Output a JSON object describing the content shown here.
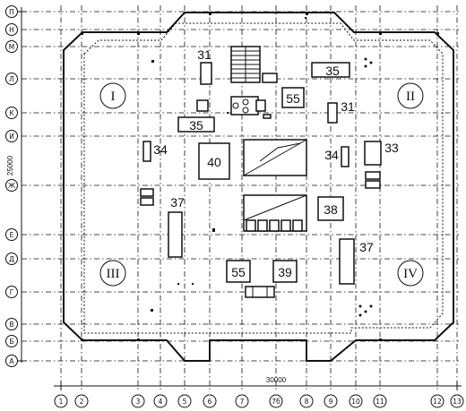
{
  "rows": [
    {
      "id": "r-p",
      "label": "П"
    },
    {
      "id": "r-n",
      "label": "Н"
    },
    {
      "id": "r-m",
      "label": "М"
    },
    {
      "id": "r-l",
      "label": "Л"
    },
    {
      "id": "r-k",
      "label": "К"
    },
    {
      "id": "r-i",
      "label": "И"
    },
    {
      "id": "r-zh",
      "label": "Ж"
    },
    {
      "id": "r-e",
      "label": "Е"
    },
    {
      "id": "r-d",
      "label": "Д"
    },
    {
      "id": "r-g",
      "label": "Г"
    },
    {
      "id": "r-v",
      "label": "В"
    },
    {
      "id": "r-b",
      "label": "Б"
    },
    {
      "id": "r-a",
      "label": "А"
    }
  ],
  "columns": [
    {
      "id": "c1",
      "label": "1"
    },
    {
      "id": "c2",
      "label": "2"
    },
    {
      "id": "c3",
      "label": "3"
    },
    {
      "id": "c4",
      "label": "4"
    },
    {
      "id": "c5",
      "label": "5"
    },
    {
      "id": "c6",
      "label": "6"
    },
    {
      "id": "c7",
      "label": "7"
    },
    {
      "id": "c7b",
      "label": "7б"
    },
    {
      "id": "c8",
      "label": "8"
    },
    {
      "id": "c9",
      "label": "9"
    },
    {
      "id": "c10",
      "label": "10"
    },
    {
      "id": "c11",
      "label": "11"
    },
    {
      "id": "c12",
      "label": "12"
    },
    {
      "id": "c13",
      "label": "13"
    }
  ],
  "dimensions": {
    "vertical": "25000",
    "horizontal": "30000"
  },
  "zones": [
    "I",
    "II",
    "III",
    "IV"
  ],
  "equipment": [
    {
      "id": "e31a",
      "label": "31"
    },
    {
      "id": "e35a",
      "label": "35"
    },
    {
      "id": "e55a",
      "label": "55"
    },
    {
      "id": "e31b",
      "label": "31"
    },
    {
      "id": "e35b",
      "label": "35"
    },
    {
      "id": "e40",
      "label": "40"
    },
    {
      "id": "e34a",
      "label": "34"
    },
    {
      "id": "e34b",
      "label": "34"
    },
    {
      "id": "e33",
      "label": "33"
    },
    {
      "id": "e37a",
      "label": "37"
    },
    {
      "id": "e38",
      "label": "38"
    },
    {
      "id": "e37b",
      "label": "37"
    },
    {
      "id": "e55b",
      "label": "55"
    },
    {
      "id": "e39",
      "label": "39"
    }
  ]
}
